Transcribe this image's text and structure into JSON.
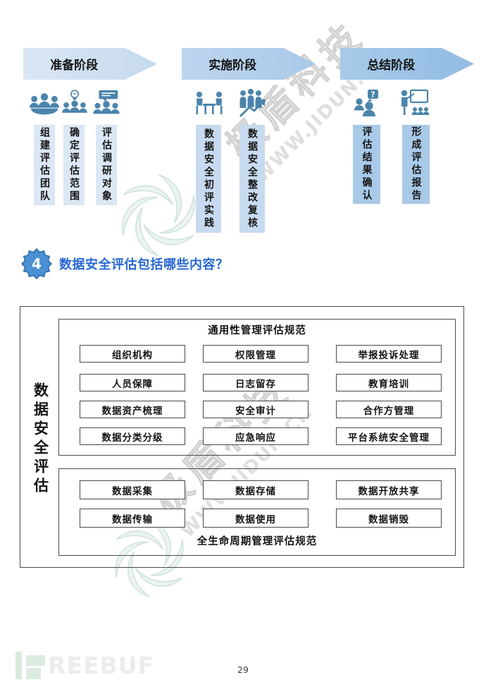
{
  "phases": [
    {
      "label": "准备阶段",
      "steps": [
        "组建评估团队",
        "确定评估范围",
        "评估调研对象"
      ]
    },
    {
      "label": "实施阶段",
      "steps": [
        "数据安全初评实践",
        "数据安全整改复核"
      ]
    },
    {
      "label": "总结阶段",
      "steps": [
        "评估结果确认",
        "形成评估报告"
      ]
    }
  ],
  "section": {
    "number": "4",
    "title": "数据安全评估包括哪些内容？"
  },
  "diagram": {
    "side_label": "数据安全评估",
    "general": {
      "title": "通用性管理评估规范",
      "items": [
        [
          "组织机构",
          "权限管理",
          "举报投诉处理"
        ],
        [
          "人员保障",
          "日志留存",
          "教育培训"
        ],
        [
          "数据资产梳理",
          "安全审计",
          "合作方管理"
        ],
        [
          "数据分类分级",
          "应急响应",
          "平台系统安全管理"
        ]
      ]
    },
    "lifecycle": {
      "title": "全生命周期管理评估规范",
      "items": [
        [
          "数据采集",
          "数据存储",
          "数据开放共享"
        ],
        [
          "数据传输",
          "数据使用",
          "数据销毁"
        ]
      ]
    }
  },
  "watermark": {
    "brand": "极盾科技",
    "url": "WWW.JIDUN.CN"
  },
  "footer": {
    "logo_text": "REEBUF",
    "page_number": "29"
  },
  "colors": {
    "arrow_1": "#cfe0f2",
    "arrow_2": "#b4cfec",
    "arrow_3": "#9cc2e6",
    "step_box_1": "#dbe7f4",
    "step_box_2": "#c7daef",
    "step_box_3": "#a9c9e8",
    "icon_blue": "#4a84ac",
    "badge_blue": "#4b90d2",
    "heading_blue": "#2767d3",
    "watermark_green": "#7ab496"
  }
}
